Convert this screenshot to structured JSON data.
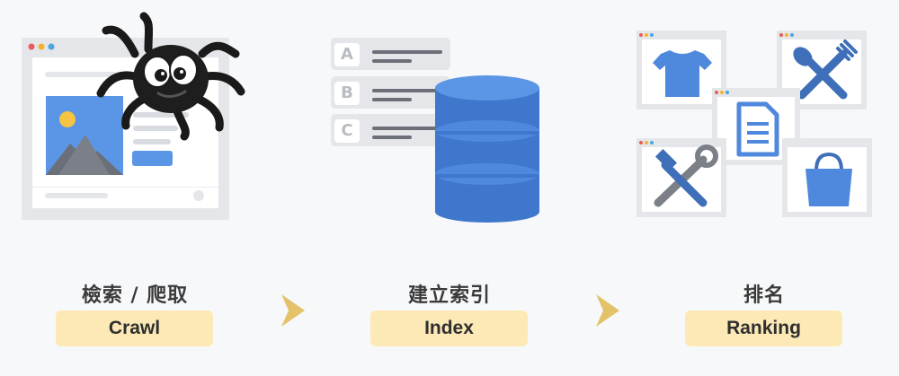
{
  "steps": [
    {
      "cn_label": "檢索 / 爬取",
      "en_label": "Crawl"
    },
    {
      "cn_label": "建立索引",
      "en_label": "Index"
    },
    {
      "cn_label": "排名",
      "en_label": "Ranking"
    }
  ],
  "index_rows": [
    "A",
    "B",
    "C"
  ],
  "colors": {
    "accent_blue": "#4a86d8",
    "pill_bg": "#fde9b6",
    "arrow": "#e3c26a",
    "panel_gray": "#e4e6ea"
  },
  "icons": [
    "spider-icon",
    "image-icon",
    "database-icon",
    "tshirt-icon",
    "utensils-icon",
    "document-icon",
    "tools-icon",
    "shopping-bag-icon"
  ]
}
